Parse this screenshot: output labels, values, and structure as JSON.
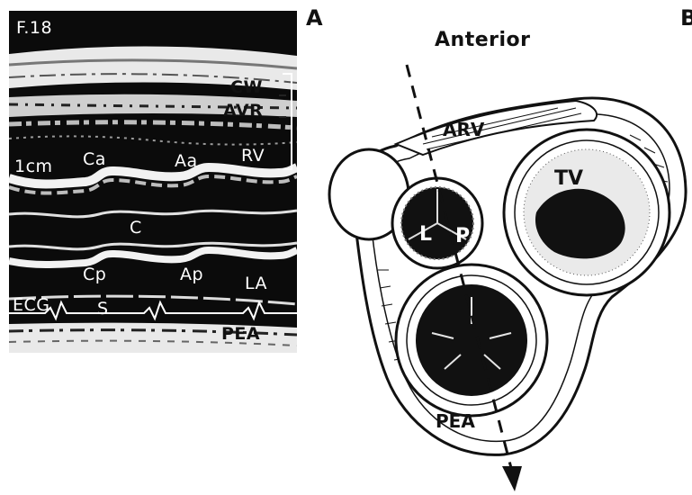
{
  "panels": {
    "a_letter": "A",
    "b_letter": "B"
  },
  "echo": {
    "figure_tag": "F.18",
    "labels": {
      "cw": "CW",
      "avr": "AVR",
      "rv": "RV",
      "scale": "1cm",
      "ca": "Ca",
      "aa": "Aa",
      "c": "C",
      "cp": "Cp",
      "ap": "Ap",
      "la": "LA",
      "ecg": "ECG",
      "s": "S",
      "pea": "PEA"
    }
  },
  "diagram": {
    "orientation": "Anterior",
    "labels": {
      "arv": "ARV",
      "tv": "TV",
      "l": "L",
      "p": "P",
      "pea": "PEA"
    }
  },
  "colors": {
    "ink": "#111111",
    "paper": "#ffffff",
    "echo_background": "#0b0b0b"
  }
}
